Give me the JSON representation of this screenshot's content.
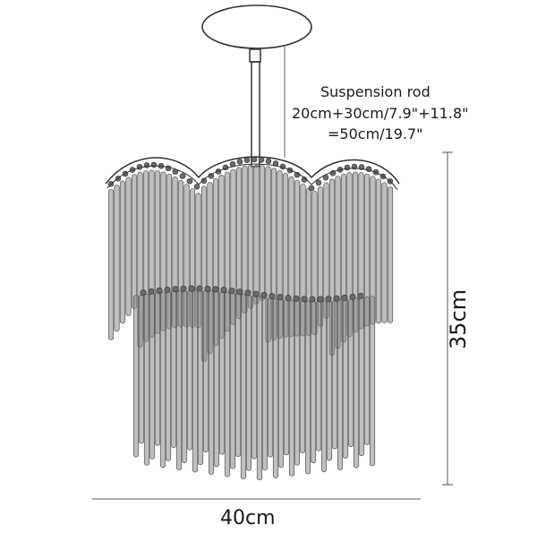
{
  "diagram": {
    "suspension_rod": {
      "title": "Suspension rod",
      "line_metric": "20cm+30cm/7.9\"+11.8\"",
      "line_total": "=50cm/19.7\""
    },
    "dimensions": {
      "height": "35cm",
      "width": "40cm"
    },
    "colors": {
      "line": "#333333",
      "rod_fill": "#8a8a8a",
      "rod_stroke": "#555555",
      "bead": "#6a6a6a"
    }
  }
}
